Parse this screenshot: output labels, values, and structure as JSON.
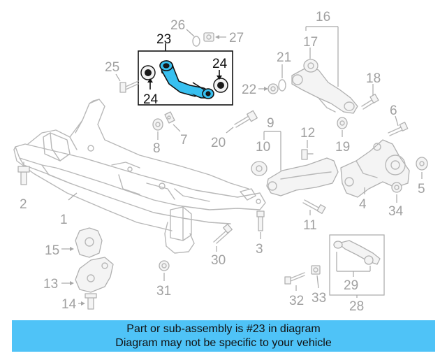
{
  "callouts": {
    "c1": "1",
    "c2": "2",
    "c3": "3",
    "c4": "4",
    "c5": "5",
    "c6": "6",
    "c7": "7",
    "c8": "8",
    "c9": "9",
    "c10": "10",
    "c11": "11",
    "c12": "12",
    "c13": "13",
    "c14": "14",
    "c15": "15",
    "c16": "16",
    "c17": "17",
    "c18": "18",
    "c19": "19",
    "c20": "20",
    "c21": "21",
    "c22": "22",
    "c23": "23",
    "c24a": "24",
    "c24b": "24",
    "c25": "25",
    "c26": "26",
    "c27": "27",
    "c28": "28",
    "c29": "29",
    "c30": "30",
    "c31": "31",
    "c32": "32",
    "c33": "33",
    "c34": "34"
  },
  "highlight": {
    "part_number": "23",
    "fill_color": "#38c0f0"
  },
  "banner": {
    "line1": "Part or sub-assembly is #23 in diagram",
    "line2": "Diagram may not be specific to your vehicle",
    "background": "#4fc3f7"
  }
}
